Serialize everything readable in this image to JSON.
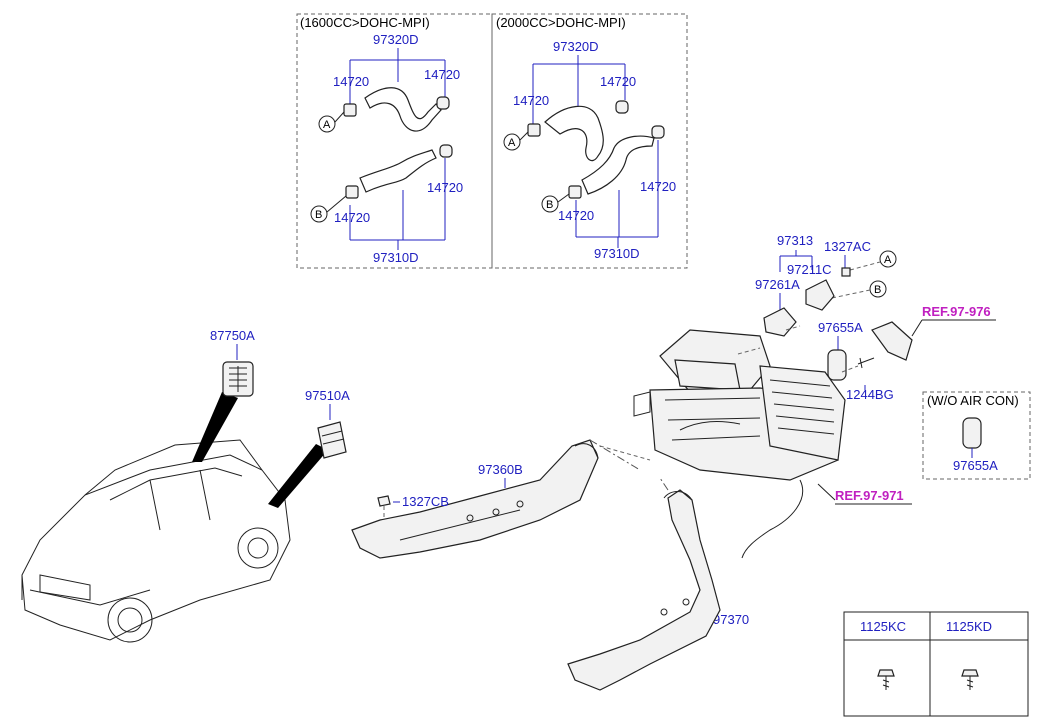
{
  "sections": {
    "left_title": "(1600CC>DOHC-MPI)",
    "right_title": "(2000CC>DOHC-MPI)",
    "wo_aircon_title": "(W/O AIR CON)"
  },
  "labels": {
    "l_97320D": "97320D",
    "l_14720_a": "14720",
    "l_14720_b": "14720",
    "l_14720_c": "14720",
    "l_14720_d": "14720",
    "l_97310D": "97310D",
    "r_97320D": "97320D",
    "r_14720_a": "14720",
    "r_14720_b": "14720",
    "r_14720_c": "14720",
    "r_14720_d": "14720",
    "r_97310D": "97310D",
    "p_97313": "97313",
    "p_1327AC": "1327AC",
    "p_97211C": "97211C",
    "p_97261A": "97261A",
    "p_97655A": "97655A",
    "p_1244BG": "1244BG",
    "p_87750A": "87750A",
    "p_97510A": "97510A",
    "p_97360B": "97360B",
    "p_1327CB": "1327CB",
    "p_97370": "97370",
    "p_97655A_wo": "97655A"
  },
  "refs": {
    "ref_976": "REF.97-976",
    "ref_971": "REF.97-971"
  },
  "letters": {
    "A": "A",
    "B": "B"
  },
  "fastener_table": {
    "headers": [
      "1125KC",
      "1125KD"
    ]
  }
}
